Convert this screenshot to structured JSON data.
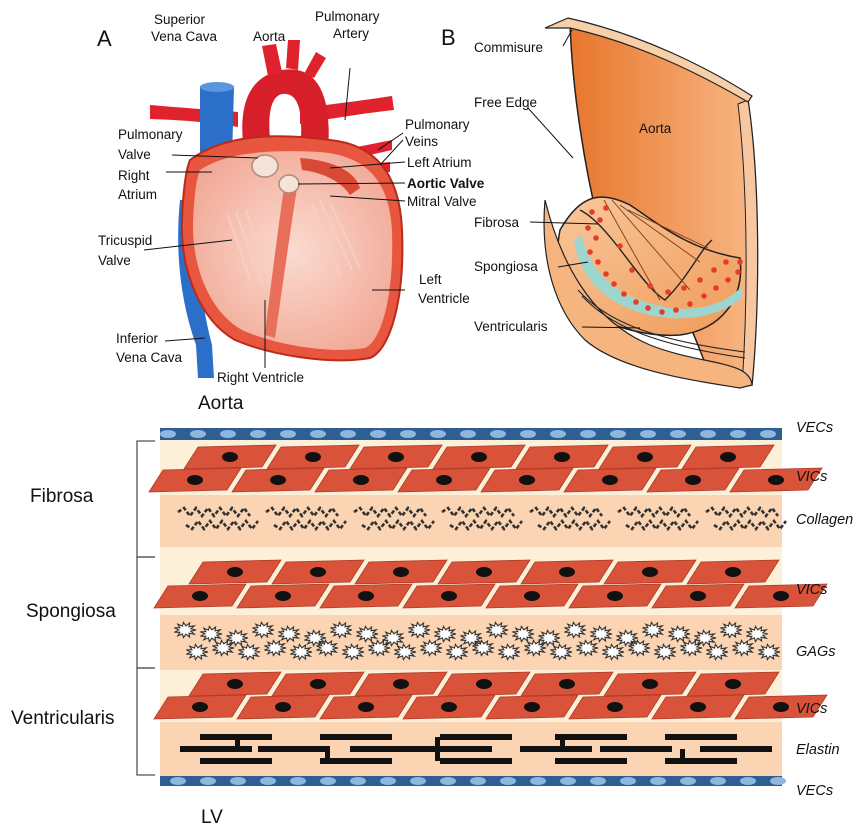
{
  "panel_a": {
    "letter": "A",
    "labels": {
      "svc_1": "Superior",
      "svc_2": "Vena Cava",
      "aorta": "Aorta",
      "pa_1": "Pulmonary",
      "pa_2": "Artery",
      "pv_1": "Pulmonary",
      "pv_2": "Veins",
      "left_atrium": "Left Atrium",
      "aortic_valve": "Aortic Valve",
      "mitral_valve": "Mitral Valve",
      "pulm_valve_1": "Pulmonary",
      "pulm_valve_2": "Valve",
      "right_atrium_1": "Right",
      "right_atrium_2": "Atrium",
      "tricuspid_1": "Tricuspid",
      "tricuspid_2": "Valve",
      "lv_1": "Left",
      "lv_2": "Ventricle",
      "ivc_1": "Inferior",
      "ivc_2": "Vena Cava",
      "rv": "Right Ventricle"
    }
  },
  "panel_b": {
    "letter": "B",
    "labels": {
      "commisure": "Commisure",
      "free_edge": "Free Edge",
      "aorta": "Aorta",
      "fibrosa": "Fibrosa",
      "spongiosa": "Spongiosa",
      "ventricularis": "Ventricularis"
    }
  },
  "layers": {
    "top_label": "Aorta",
    "bottom_label": "LV",
    "groups": {
      "fibrosa": "Fibrosa",
      "spongiosa": "Spongiosa",
      "ventricularis": "Ventricularis"
    },
    "right_labels": [
      "VECs",
      "VICs",
      "Collagen",
      "VICs",
      "GAGs",
      "VICs",
      "Elastin",
      "VECs"
    ]
  },
  "colors": {
    "artery_red": "#e0222e",
    "vein_blue": "#2c6fc9",
    "myocardium": "#f0a48f",
    "leaflet_orange": "#f5a66e",
    "vic_red": "#d9523a",
    "vec_blue": "#2e5f93",
    "layer_peach": "#fbd5b3",
    "layer_cream": "#fdf0d8",
    "gag_teal": "#9ed6cf"
  }
}
